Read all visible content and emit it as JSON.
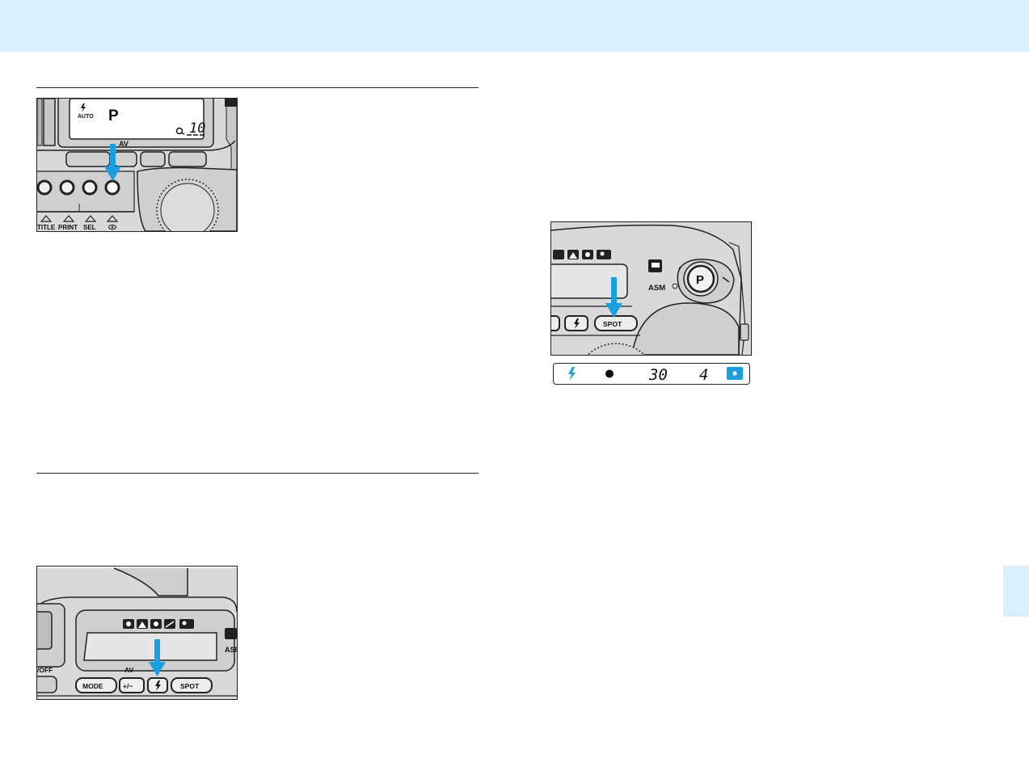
{
  "colors": {
    "accent": "#1aa0e0",
    "band": "#dbeefc",
    "body": "#d9d9d9"
  },
  "figure1": {
    "lcd_auto": "AUTO",
    "lcd_mode": "P",
    "lcd_count": "10",
    "av_label": "AV",
    "buttons": [
      {
        "label": "TITLE"
      },
      {
        "label": "PRINT"
      },
      {
        "label": "SEL"
      }
    ]
  },
  "figure2": {
    "av_label": "AV",
    "onoff_label": "/OFF",
    "asm_label": "ASI",
    "buttons": {
      "mode": "MODE",
      "exp": "+/−",
      "spot": "SPOT"
    }
  },
  "figure3": {
    "asm_label": "ASM",
    "dial_label": "P",
    "buttons": {
      "spot": "SPOT"
    }
  },
  "viewfinder": {
    "shutter": "30",
    "aperture": "4"
  }
}
